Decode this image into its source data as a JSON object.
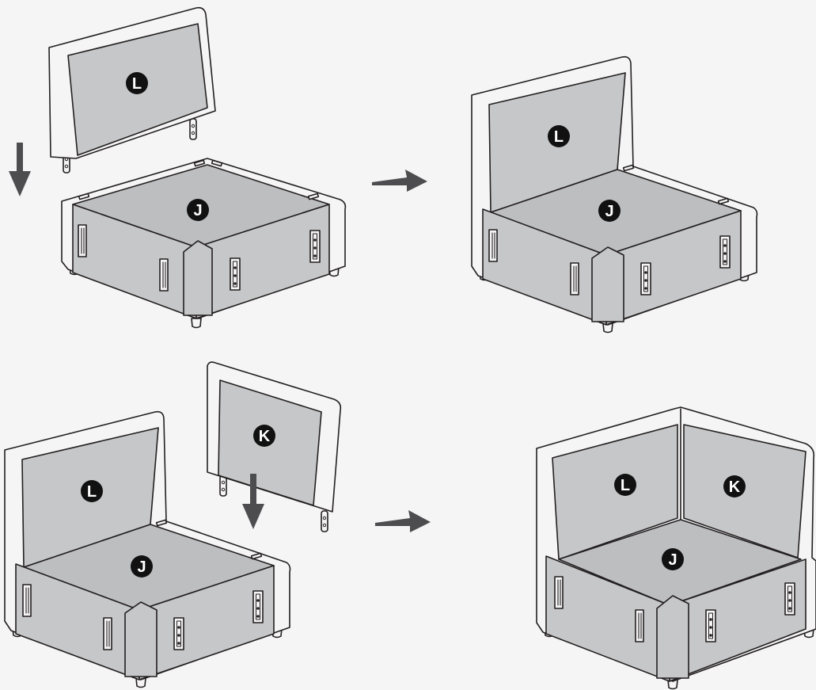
{
  "colors": {
    "background": "#f5f5f5",
    "outline": "#231f20",
    "upholstery": "#c6c7c8",
    "badge": "#111111",
    "arrow": "#4d4d4f"
  },
  "labels": {
    "back_l": "L",
    "back_k": "K",
    "seat_j": "J"
  }
}
